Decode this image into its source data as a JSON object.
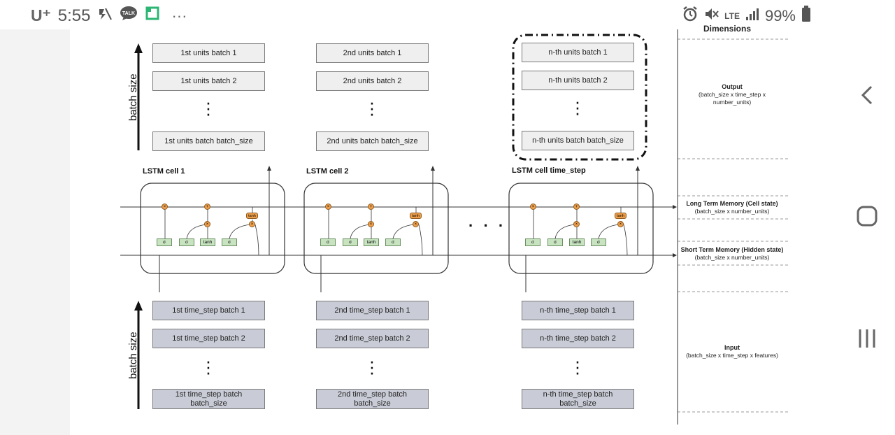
{
  "status_bar": {
    "carrier": "U⁺",
    "time": "5:55",
    "talk_label": "TALK",
    "more": "···",
    "network": "LTE",
    "battery": "99%"
  },
  "diagram": {
    "dimensions_header": "Dimensions",
    "axis_label": "batch size",
    "output_boxes": [
      [
        "1st units batch 1",
        "1st units batch 2",
        "1st units batch batch_size"
      ],
      [
        "2nd units batch 1",
        "2nd units batch 2",
        "2nd units batch batch_size"
      ],
      [
        "n-th units batch 1",
        "n-th units batch 2",
        "n-th units batch batch_size"
      ]
    ],
    "input_boxes": [
      [
        "1st time_step batch 1",
        "1st time_step batch 2",
        "1st time_step batch batch_size"
      ],
      [
        "2nd time_step batch 1",
        "2nd time_step batch 2",
        "2nd time_step batch batch_size"
      ],
      [
        "n-th time_step batch 1",
        "n-th time_step batch 2",
        "n-th time_step batch batch_size"
      ]
    ],
    "cells": [
      "LSTM cell 1",
      "LSTM cell 2",
      "LSTM cell time_step"
    ],
    "gates": [
      "σ",
      "σ",
      "tanh",
      "σ"
    ],
    "tanh_op": "tanh",
    "ellipsis": "· · ·",
    "dimensions": {
      "output_title": "Output",
      "output_dims": "(batch_size x time_step x number_units)",
      "ltm_title": "Long Term Memory (Cell state)",
      "ltm_dims": "(batch_size x number_units)",
      "stm_title": "Short Term Memory (Hidden state)",
      "stm_dims": "(batch_size x number_units)",
      "input_title": "Input",
      "input_dims": "(batch_size x time_step x features)"
    }
  },
  "nav": {
    "back": "back",
    "home": "home",
    "recents": "recents"
  }
}
